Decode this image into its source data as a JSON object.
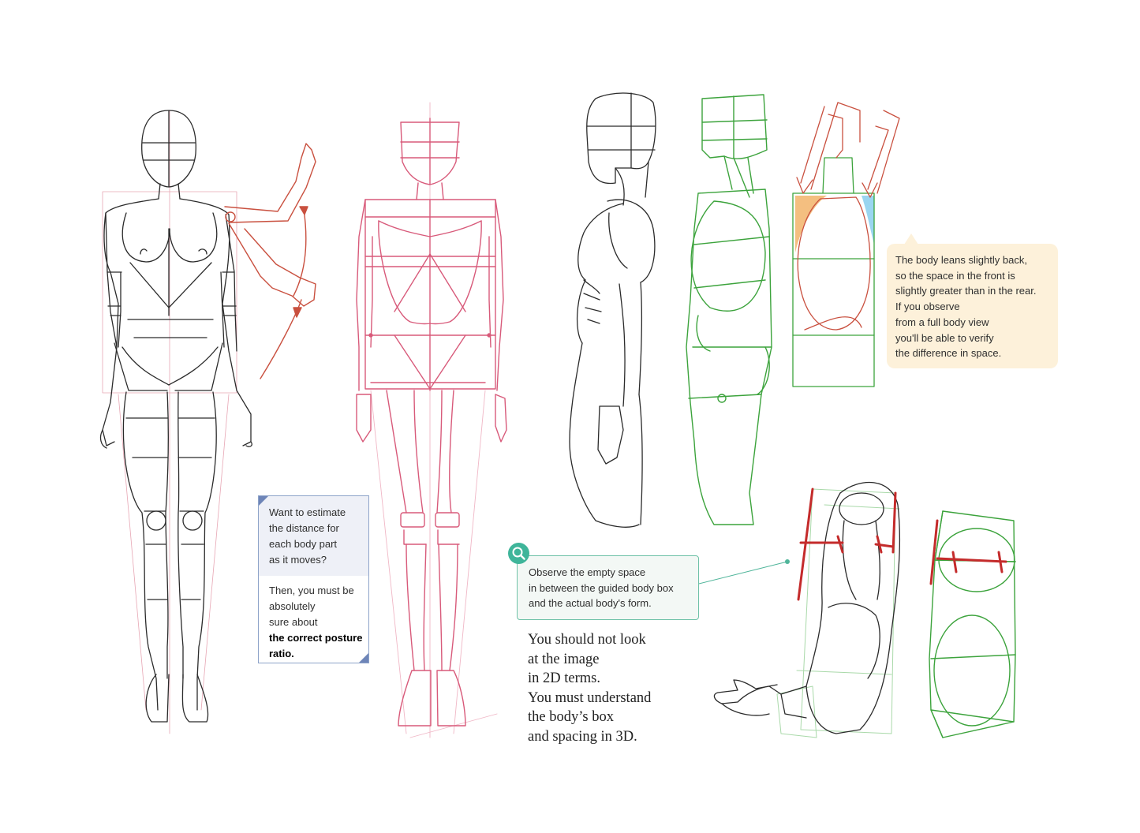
{
  "notes": {
    "estimate": {
      "top_lines": [
        "Want to estimate",
        "the distance for",
        "each body part",
        "as it moves?"
      ],
      "bottom_lines": [
        "Then, you must be",
        "absolutely",
        "sure about"
      ],
      "bold_lines": [
        "the correct posture",
        "ratio."
      ]
    },
    "observe": {
      "lines": [
        "Observe the empty space",
        "in between the guided body box",
        "and the actual body's form."
      ],
      "icon": "magnifier-icon"
    },
    "lean": {
      "lines": [
        "The body leans slightly back,",
        "so the space in the front is",
        "slightly greater than in the rear.",
        "If you observe",
        "from a full body view",
        "you'll be able to verify",
        "the difference in space."
      ]
    }
  },
  "paragraph": {
    "lines": [
      "You should not look",
      "at the image",
      "in 2D terms.",
      "You must understand",
      "the body’s box",
      "and spacing in 3D."
    ]
  },
  "colors": {
    "ink": "#2b2b2b",
    "guide_red": "#c9503f",
    "guide_pink": "#d85a7a",
    "guide_green": "#3ca33c",
    "note_blue": "#6e85b8",
    "note_green": "#3fb59a",
    "note_orange": "#fdf1da",
    "highlight_orange": "#f2b46a",
    "highlight_blue": "#8fd0ee"
  }
}
